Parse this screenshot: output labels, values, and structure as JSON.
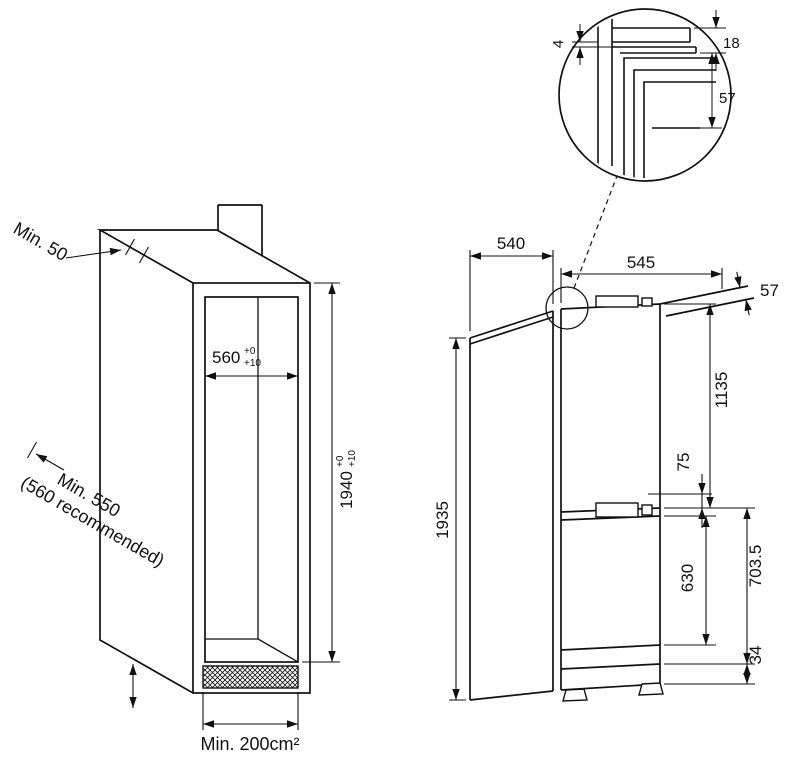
{
  "figure": {
    "niche": {
      "top_clearance": "Min. 50",
      "width": "560",
      "width_tol_upper": "+0",
      "width_tol_lower": "+10",
      "height": "1940",
      "height_tol_upper": "+0",
      "height_tol_lower": "+10",
      "depth_line1": "Min. 550",
      "depth_line2": "(560 recommended)",
      "ventilation": "Min. 200cm²"
    },
    "appliance": {
      "depth": "540",
      "door_width": "545",
      "door_thickness": "57",
      "upper_door_height": "1135",
      "hinge_offset": "75",
      "total_height": "1935",
      "lower_door_height": "630",
      "lower_section_height": "703.5",
      "base_height": "34"
    },
    "detail": {
      "gap": "4",
      "overlap": "18",
      "door_thickness": "57"
    }
  }
}
